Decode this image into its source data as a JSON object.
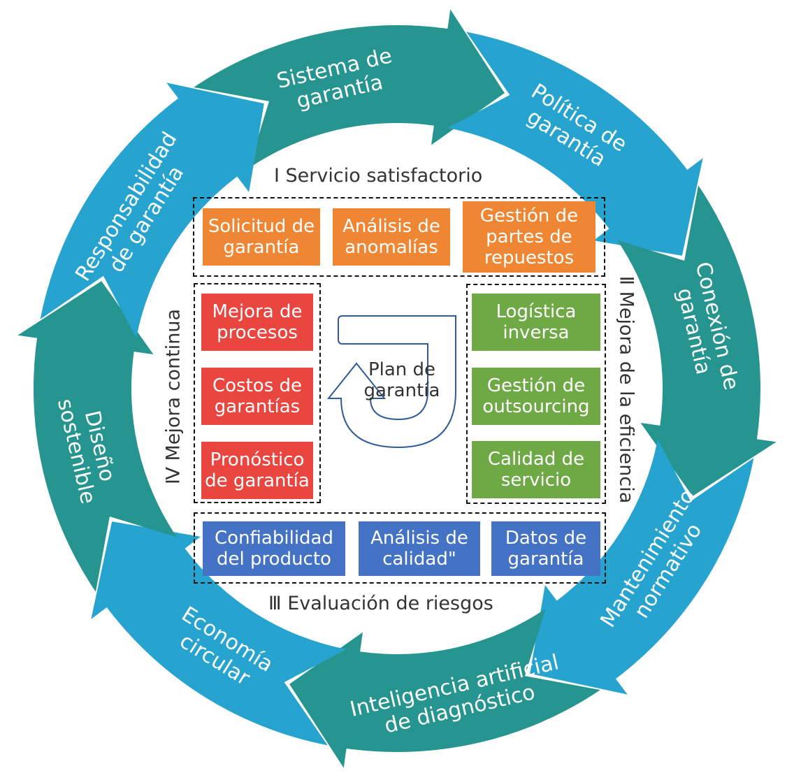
{
  "colors": {
    "teal": "#26948f",
    "blue": "#26a3cf",
    "orange": "#ee8634",
    "red": "#e94640",
    "green": "#6ea945",
    "navy": "#4472c4"
  },
  "cycle": [
    {
      "id": "sistema",
      "lines": [
        "Sistema de",
        "garantía"
      ],
      "color": "teal"
    },
    {
      "id": "politica",
      "lines": [
        "Política de",
        "garantía"
      ],
      "color": "blue"
    },
    {
      "id": "conexion",
      "lines": [
        "Conexión de",
        "garantía"
      ],
      "color": "teal"
    },
    {
      "id": "mantenimiento",
      "lines": [
        "Mantenimiento",
        "normativo"
      ],
      "color": "blue"
    },
    {
      "id": "inteligencia",
      "lines": [
        "Inteligencia artificial",
        "de diagnóstico"
      ],
      "color": "teal"
    },
    {
      "id": "economia",
      "lines": [
        "Economía",
        "circular"
      ],
      "color": "blue"
    },
    {
      "id": "diseno",
      "lines": [
        "Diseño",
        "sostenible"
      ],
      "color": "teal"
    },
    {
      "id": "responsabilidad",
      "lines": [
        "Responsabilidad",
        "de garantía"
      ],
      "color": "blue"
    }
  ],
  "quadrants": {
    "top": "Ⅰ  Servicio satisfactorio",
    "right": "Ⅱ  Mejora de la eficiencia",
    "bottom": "Ⅲ  Evaluación de riesgos",
    "left": "Ⅳ  Mejora continua"
  },
  "center": {
    "label": "Plan de garantía"
  },
  "boxes": {
    "top": [
      "Solicitud de garantía",
      "Análisis de anomalías",
      "Gestión de partes de repuestos"
    ],
    "left": [
      "Mejora de procesos",
      "Costos de garantías",
      "Pronóstico de garantía"
    ],
    "right": [
      "Logística inversa",
      "Gestión de outsourcing",
      "Calidad de servicio"
    ],
    "bottom": [
      "Confiabilidad del producto",
      "Análisis de calidad\"",
      "Datos de garantía"
    ]
  }
}
